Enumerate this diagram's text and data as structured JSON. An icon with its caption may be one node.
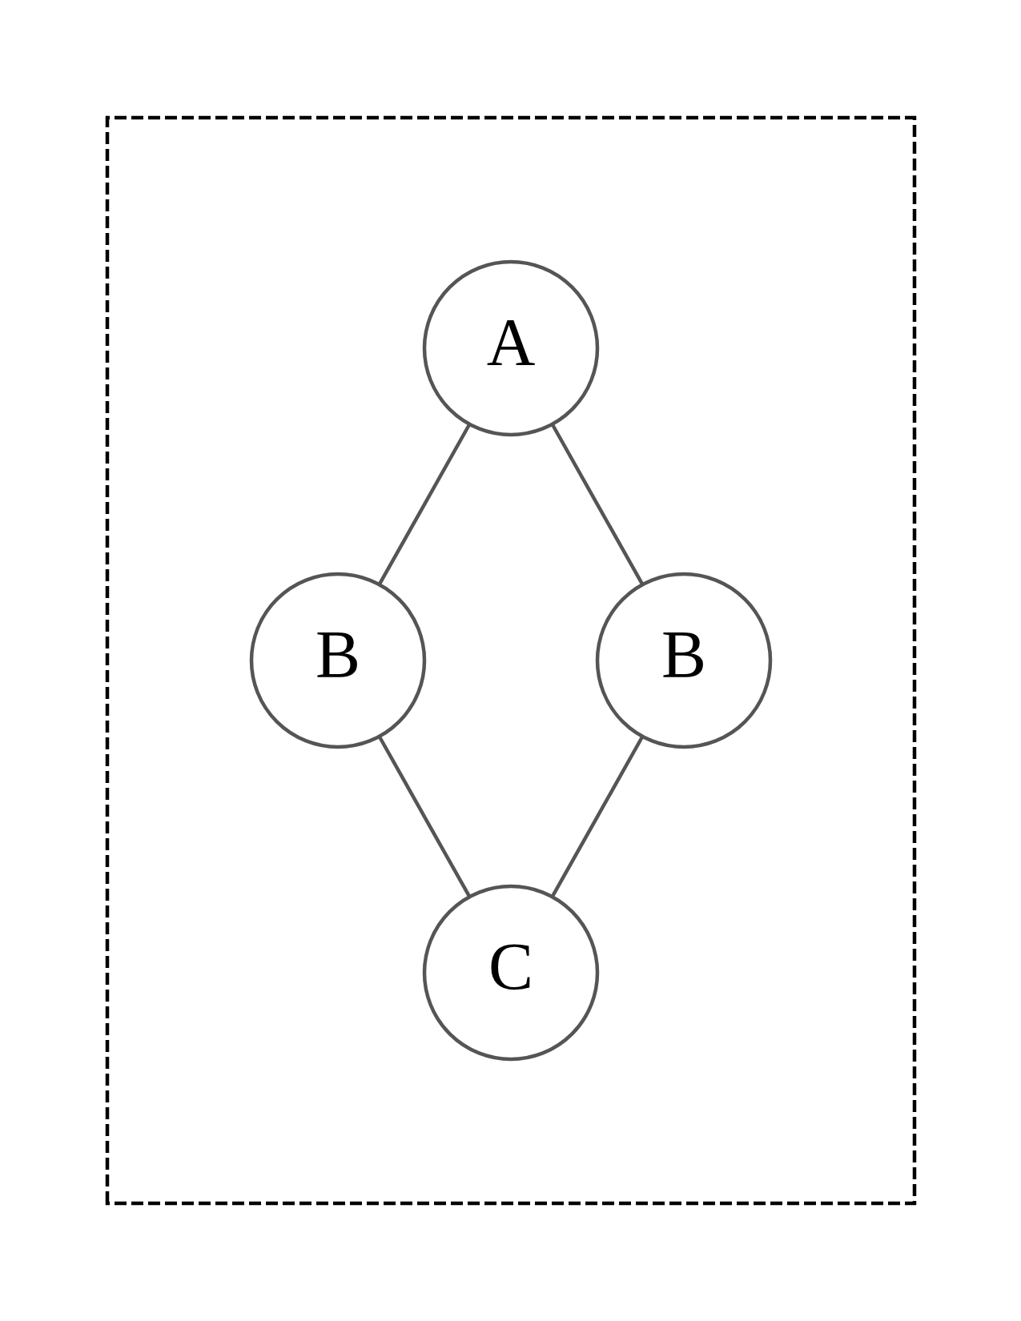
{
  "diagram": {
    "nodes": [
      {
        "text": [],
        "shape": "box"
      },
      {
        "text": [
          "A"
        ],
        "in": 0
      },
      {
        "text": [
          "B"
        ],
        "in": 0
      },
      {
        "text": [
          "B"
        ],
        "in": 0
      },
      {
        "text": [
          "C"
        ],
        "in": 0
      }
    ],
    "edges": [
      {
        "from": 1,
        "to": 2,
        "arrow": "none"
      },
      {
        "from": 1,
        "to": 3,
        "arrow": "none"
      },
      {
        "from": 2,
        "to": 4,
        "arrow": "none"
      },
      {
        "from": 3,
        "to": 4,
        "arrow": "none"
      }
    ]
  }
}
